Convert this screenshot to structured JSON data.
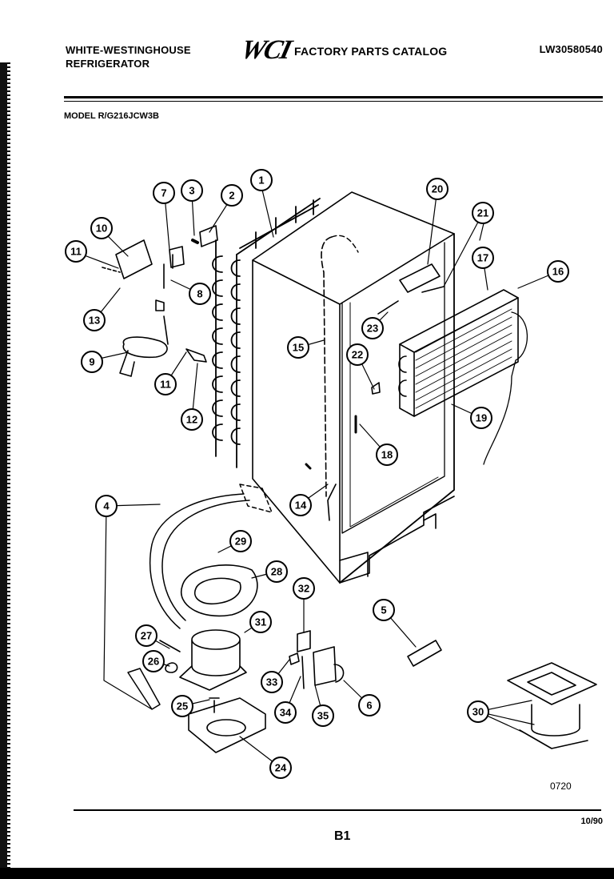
{
  "header": {
    "manufacturer_line1": "WHITE-WESTINGHOUSE",
    "manufacturer_line2": "REFRIGERATOR",
    "logo": "WCI",
    "catalog_title": "FACTORY PARTS CATALOG",
    "catalog_number": "LW30580540"
  },
  "model_line": "MODEL R/G216JCW3B",
  "figure_code": "0720",
  "footer": {
    "page_code": "B1",
    "date": "10/90"
  },
  "callouts": [
    "1",
    "2",
    "3",
    "4",
    "5",
    "6",
    "7",
    "8",
    "9",
    "10",
    "11",
    "11",
    "12",
    "13",
    "14",
    "15",
    "16",
    "17",
    "18",
    "19",
    "20",
    "21",
    "22",
    "23",
    "24",
    "25",
    "26",
    "27",
    "28",
    "29",
    "30",
    "31",
    "32",
    "33",
    "34",
    "35"
  ]
}
